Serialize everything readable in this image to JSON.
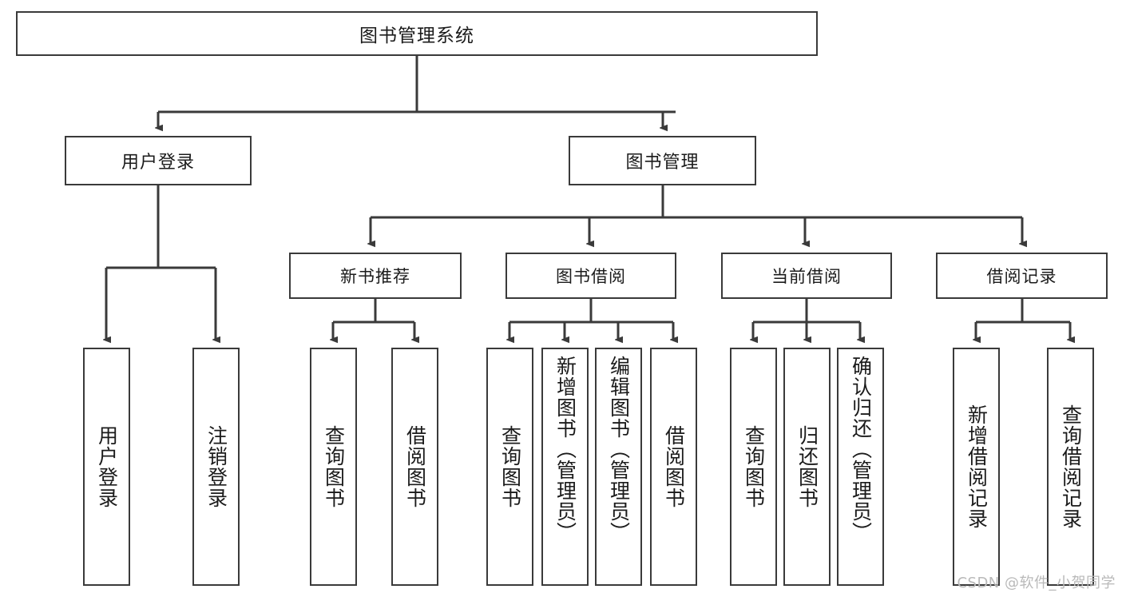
{
  "diagram": {
    "title": "图书管理系统",
    "type": "tree",
    "background_color": "#ffffff",
    "box_border_color": "#3a3a3a",
    "connector_color": "#3a3a3a",
    "text_color": "#1b1b1b",
    "watermark": "CSDN @软件_小贺同学",
    "watermark_color": "#b9b9b9"
  },
  "nodes": {
    "root": {
      "label": "图书管理系统"
    },
    "level2": [
      {
        "id": "user-login",
        "label": "用户登录"
      },
      {
        "id": "book-manage",
        "label": "图书管理"
      }
    ],
    "level3": [
      {
        "id": "new-book-recommend",
        "label": "新书推荐"
      },
      {
        "id": "book-borrow",
        "label": "图书借阅"
      },
      {
        "id": "current-borrow",
        "label": "当前借阅"
      },
      {
        "id": "borrow-record",
        "label": "借阅记录"
      }
    ],
    "leaves": [
      {
        "id": "leaf-user-login",
        "label": "用户登录",
        "parent": "user-login"
      },
      {
        "id": "leaf-logout",
        "label": "注销登录",
        "parent": "user-login"
      },
      {
        "id": "leaf-query-book-1",
        "label": "查询图书",
        "parent": "new-book-recommend"
      },
      {
        "id": "leaf-borrow-book-1",
        "label": "借阅图书",
        "parent": "new-book-recommend"
      },
      {
        "id": "leaf-query-book-2",
        "label": "查询图书",
        "parent": "book-borrow"
      },
      {
        "id": "leaf-add-book",
        "label": "新增图书（管理员）",
        "parent": "book-borrow"
      },
      {
        "id": "leaf-edit-book",
        "label": "编辑图书（管理员）",
        "parent": "book-borrow"
      },
      {
        "id": "leaf-borrow-book-2",
        "label": "借阅图书",
        "parent": "book-borrow"
      },
      {
        "id": "leaf-query-book-3",
        "label": "查询图书",
        "parent": "current-borrow"
      },
      {
        "id": "leaf-return-book",
        "label": "归还图书",
        "parent": "current-borrow"
      },
      {
        "id": "leaf-confirm-return",
        "label": "确认归还（管理员）",
        "parent": "current-borrow"
      },
      {
        "id": "leaf-add-record",
        "label": "新增借阅记录",
        "parent": "borrow-record"
      },
      {
        "id": "leaf-query-record",
        "label": "查询借阅记录",
        "parent": "borrow-record"
      }
    ]
  }
}
